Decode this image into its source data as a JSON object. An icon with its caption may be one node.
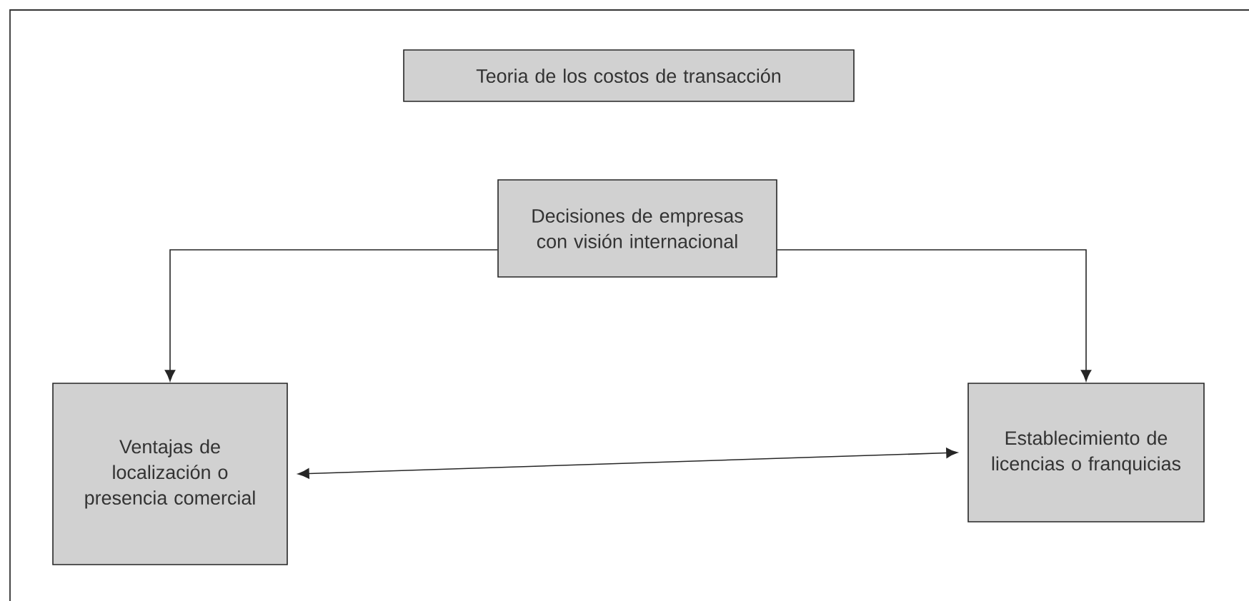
{
  "diagram": {
    "nodes": [
      {
        "text": [
          "Teoria de los costos de transacción"
        ]
      },
      {
        "text": [
          "Decisiones de empresas con visión internacional"
        ]
      },
      {
        "text": [
          "Ventajas de localización o presencia comercial"
        ]
      },
      {
        "text": [
          "Establecimiento de licencias o franquicias"
        ]
      }
    ],
    "edges": [
      {
        "from": 1,
        "to": 2,
        "arrow": "to"
      },
      {
        "from": 1,
        "to": 3,
        "arrow": "to"
      },
      {
        "from": 2,
        "to": 3,
        "arrow": "both"
      }
    ]
  }
}
